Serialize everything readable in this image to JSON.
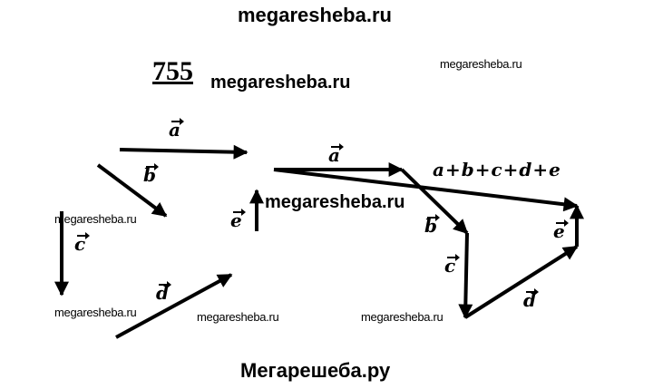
{
  "watermarks": {
    "top": "megaresheba.ru",
    "header_inline": "megaresheba.ru",
    "top_right_small": "megaresheba.ru",
    "center": "megaresheba.ru",
    "left_small": "megaresheba.ru",
    "bottom_left_small": "megaresheba.ru",
    "bottom_mid_small": "megaresheba.ru",
    "bottom_right_small": "megaresheba.ru",
    "footer": "Мегарешеба.ру"
  },
  "problem_number": "755",
  "vector_labels": {
    "a": "a",
    "b": "b",
    "c": "c",
    "d": "d",
    "e": "e"
  },
  "sum_label": "a+b+c+d+e"
}
